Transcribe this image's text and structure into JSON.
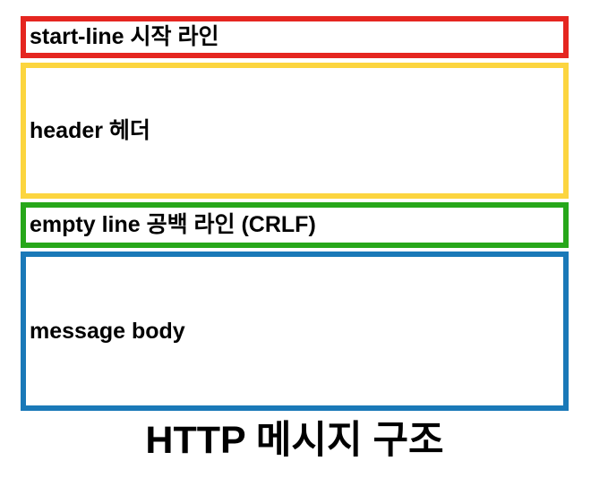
{
  "diagram": {
    "title": "HTTP 메시지 구조",
    "rows": [
      {
        "id": "start-line",
        "label": "start-line 시작 라인",
        "border_color": "#e52620"
      },
      {
        "id": "header",
        "label": "header 헤더",
        "border_color": "#fcd53f"
      },
      {
        "id": "empty-line",
        "label": "empty line 공백 라인 (CRLF)",
        "border_color": "#27a71a"
      },
      {
        "id": "message-body",
        "label": "message body",
        "border_color": "#1a79b8"
      }
    ],
    "background_color": "#ffffff",
    "text_color": "#000000"
  }
}
